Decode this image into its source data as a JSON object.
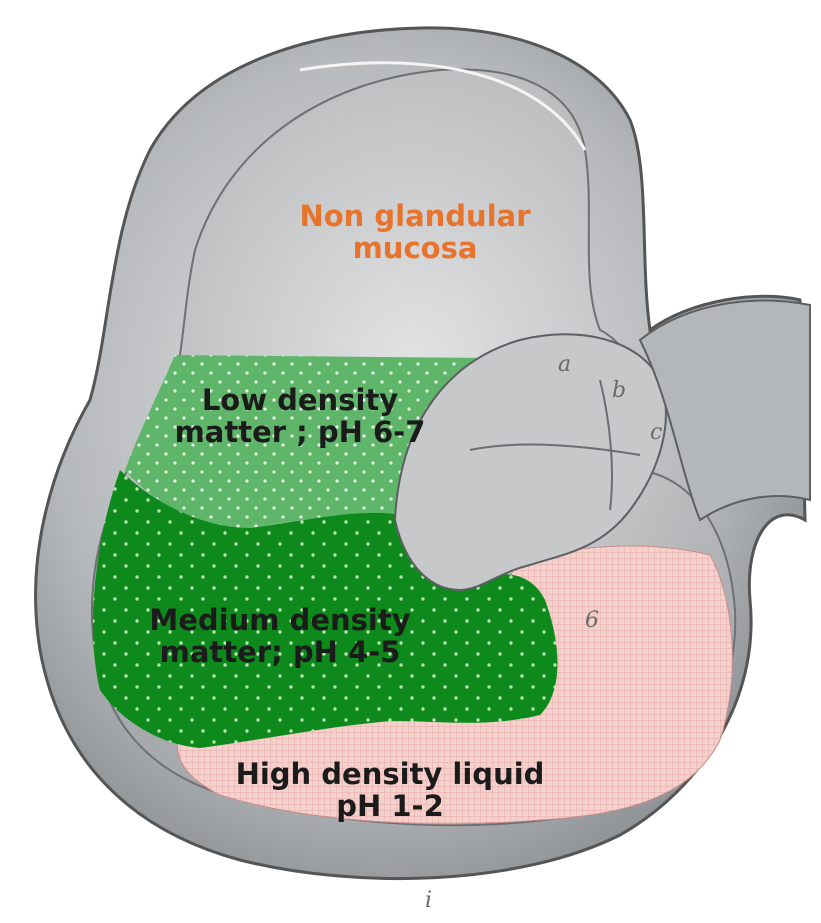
{
  "labels": {
    "non_glandular": [
      "Non glandular",
      "mucosa"
    ],
    "low_density": [
      "Low density",
      "matter ; pH 6-7"
    ],
    "medium_density": [
      "Medium density",
      "matter; pH 4-5"
    ],
    "high_density": [
      "High density liquid",
      "pH 1-2"
    ]
  },
  "markers": {
    "a": "a",
    "b": "b",
    "c": "c",
    "six": "6",
    "i": "i"
  },
  "colors": {
    "non_glandular_text": "#e8732c",
    "label_text": "#1b1b1b",
    "low_density_fill": "#5fb56a",
    "medium_density_fill": "#0e8a1c",
    "high_density_fill": "#f1c9c5",
    "stomach_wall": "#b9bcbe",
    "stomach_lumen": "#d3d5d7"
  }
}
